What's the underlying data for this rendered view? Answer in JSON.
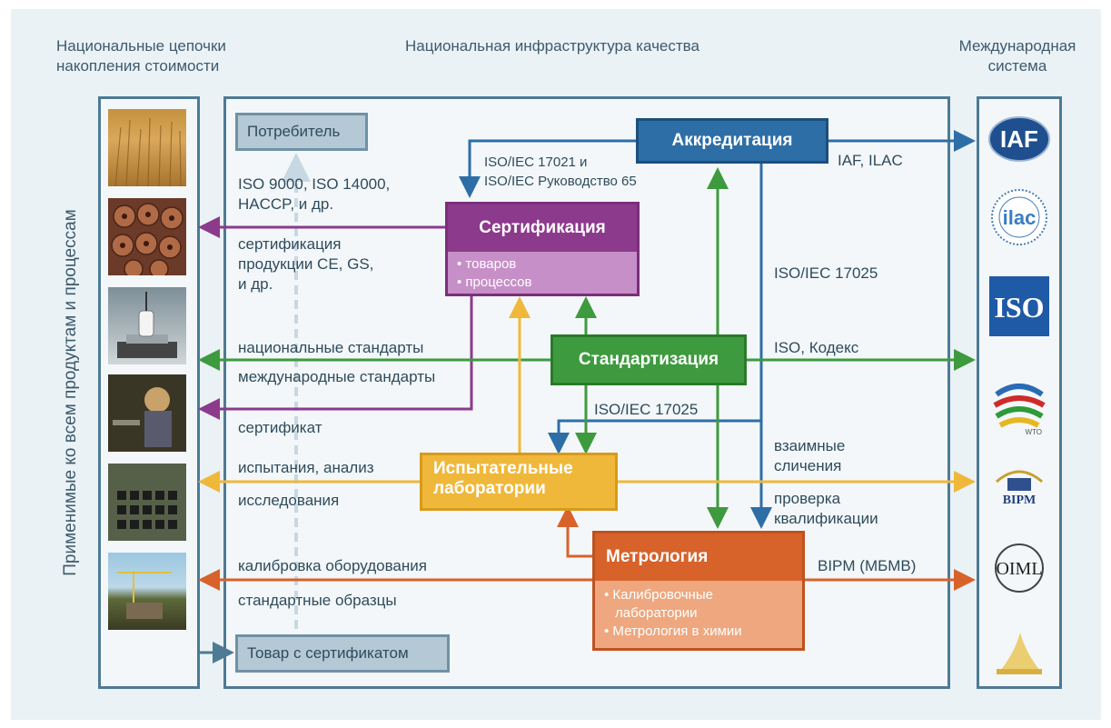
{
  "headers": {
    "left": [
      "Национальные цепочки",
      "накопления стоимости"
    ],
    "center": "Национальная инфраструктура качества",
    "right": [
      "Международная",
      "система"
    ]
  },
  "vertical_label": "Применимые ко всем продуктам и процессам",
  "boxes": {
    "consumer": "Потребитель",
    "product": "Товар с сертификатом",
    "accreditation": "Аккредитация",
    "certification": {
      "title": "Сертификация",
      "items": [
        "• товаров",
        "• процессов"
      ]
    },
    "standardization": "Стандартизация",
    "labs": [
      "Испытательные",
      "лаборатории"
    ],
    "metrology": {
      "title": "Метрология",
      "items": [
        "• Калибровочные",
        "лаборатории",
        "• Метрология в химии"
      ]
    }
  },
  "labels": {
    "iso17021": [
      "ISO/IEC 17021 и",
      "ISO/IEC Руководство 65"
    ],
    "iso9000": [
      "ISO 9000, ISO 14000,",
      "HACCP, и др."
    ],
    "product_cert": [
      "сертификация",
      "продукции CE, GS,",
      "и др."
    ],
    "national_std": "национальные стандарты",
    "intl_std": "международные стандарты",
    "certificate": "сертификат",
    "testing": "испытания, анализ",
    "research": "исследования",
    "calibration": "калибровка оборудования",
    "ref_materials": "стандартные образцы",
    "iaf_ilac": "IAF, ILAC",
    "iso17025_a": "ISO/IEC 17025",
    "iso17025_b": "ISO/IEC 17025",
    "iso_codex": "ISO, Кодекс",
    "intercomparison": [
      "взаимные",
      "сличения"
    ],
    "proficiency": [
      "проверка",
      "квалификации"
    ],
    "bipm": "BIPM (МБМВ)"
  },
  "logos": {
    "iaf": "IAF",
    "ilac": "ilac",
    "iso": "ISO",
    "wto": "WTO",
    "bipm": "BIPM",
    "oiml": "OIML"
  },
  "colors": {
    "frame": "#4d7a94",
    "accreditation": "#2e6ea6",
    "certification": "#8c3a8c",
    "standardization": "#3e9a3e",
    "labs": "#f0b83a",
    "metrology": "#d7622a",
    "text": "#2f4b5c"
  }
}
